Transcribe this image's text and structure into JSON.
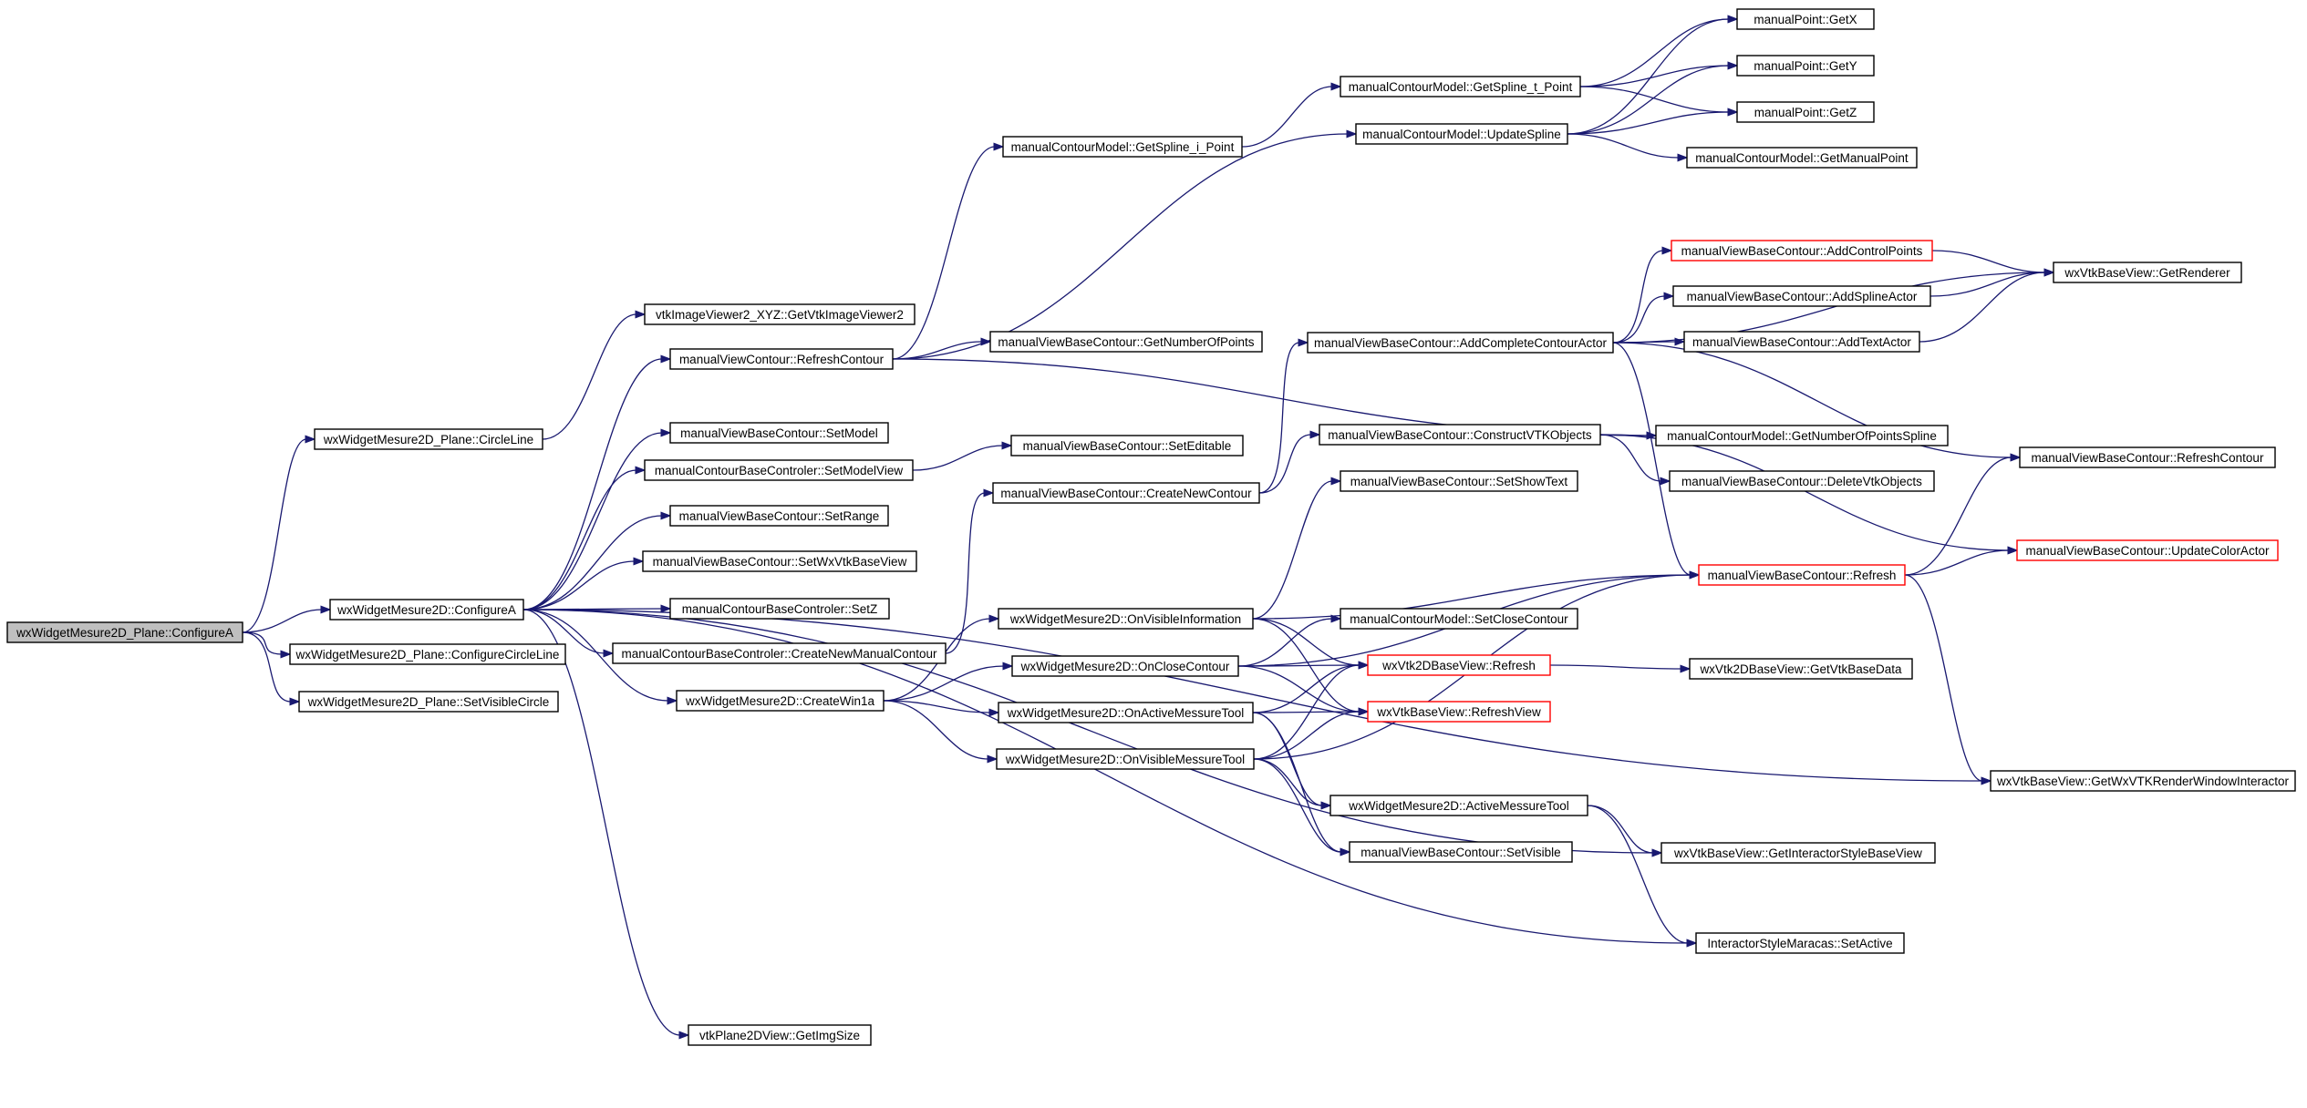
{
  "graph": {
    "colors": {
      "edge": "#191970",
      "root_fill": "#bfbfbf",
      "truncated_border": "#ff0000",
      "node_border": "#000000"
    },
    "nodes": [
      {
        "id": "n0",
        "label": "wxWidgetMesure2D_Plane::ConfigureA",
        "kind": "root"
      },
      {
        "id": "n1",
        "label": "wxWidgetMesure2D_Plane::CircleLine"
      },
      {
        "id": "n2",
        "label": "wxWidgetMesure2D::ConfigureA"
      },
      {
        "id": "n3",
        "label": "wxWidgetMesure2D_Plane::ConfigureCircleLine"
      },
      {
        "id": "n4",
        "label": "wxWidgetMesure2D_Plane::SetVisibleCircle"
      },
      {
        "id": "n5",
        "label": "vtkImageViewer2_XYZ::GetVtkImageViewer2"
      },
      {
        "id": "n6",
        "label": "manualViewContour::RefreshContour"
      },
      {
        "id": "n7",
        "label": "manualViewBaseContour::SetModel"
      },
      {
        "id": "n8",
        "label": "manualContourBaseControler::SetModelView"
      },
      {
        "id": "n9",
        "label": "manualViewBaseContour::SetRange"
      },
      {
        "id": "n10",
        "label": "manualViewBaseContour::SetWxVtkBaseView"
      },
      {
        "id": "n11",
        "label": "manualContourBaseControler::SetZ"
      },
      {
        "id": "n12",
        "label": "manualContourBaseControler::CreateNewManualContour"
      },
      {
        "id": "n13",
        "label": "wxWidgetMesure2D::CreateWin1a"
      },
      {
        "id": "n14",
        "label": "vtkPlane2DView::GetImgSize"
      },
      {
        "id": "n15",
        "label": "manualContourModel::GetSpline_i_Point"
      },
      {
        "id": "n16",
        "label": "manualViewBaseContour::GetNumberOfPoints"
      },
      {
        "id": "n17",
        "label": "manualViewBaseContour::SetEditable"
      },
      {
        "id": "n18",
        "label": "manualViewBaseContour::CreateNewContour"
      },
      {
        "id": "n19",
        "label": "wxWidgetMesure2D::OnVisibleInformation"
      },
      {
        "id": "n20",
        "label": "wxWidgetMesure2D::OnCloseContour"
      },
      {
        "id": "n21",
        "label": "wxWidgetMesure2D::OnActiveMessureTool"
      },
      {
        "id": "n22",
        "label": "wxWidgetMesure2D::OnVisibleMessureTool"
      },
      {
        "id": "n23",
        "label": "manualContourModel::GetSpline_t_Point"
      },
      {
        "id": "n24",
        "label": "manualContourModel::UpdateSpline"
      },
      {
        "id": "n25",
        "label": "manualViewBaseContour::AddCompleteContourActor"
      },
      {
        "id": "n26",
        "label": "manualViewBaseContour::ConstructVTKObjects"
      },
      {
        "id": "n27",
        "label": "manualViewBaseContour::SetShowText"
      },
      {
        "id": "n28",
        "label": "manualContourModel::SetCloseContour"
      },
      {
        "id": "n29",
        "label": "wxVtk2DBaseView::Refresh",
        "kind": "trunc"
      },
      {
        "id": "n30",
        "label": "wxVtkBaseView::RefreshView",
        "kind": "trunc"
      },
      {
        "id": "n31",
        "label": "wxWidgetMesure2D::ActiveMessureTool"
      },
      {
        "id": "n32",
        "label": "manualViewBaseContour::SetVisible"
      },
      {
        "id": "n33",
        "label": "manualPoint::GetX"
      },
      {
        "id": "n34",
        "label": "manualPoint::GetY"
      },
      {
        "id": "n35",
        "label": "manualPoint::GetZ"
      },
      {
        "id": "n36",
        "label": "manualContourModel::GetManualPoint"
      },
      {
        "id": "n37",
        "label": "manualViewBaseContour::AddControlPoints",
        "kind": "trunc"
      },
      {
        "id": "n38",
        "label": "manualViewBaseContour::AddSplineActor"
      },
      {
        "id": "n39",
        "label": "manualViewBaseContour::AddTextActor"
      },
      {
        "id": "n40",
        "label": "manualContourModel::GetNumberOfPointsSpline"
      },
      {
        "id": "n41",
        "label": "manualViewBaseContour::DeleteVtkObjects"
      },
      {
        "id": "n42",
        "label": "manualViewBaseContour::Refresh",
        "kind": "trunc"
      },
      {
        "id": "n43",
        "label": "wxVtk2DBaseView::GetVtkBaseData"
      },
      {
        "id": "n44",
        "label": "wxVtkBaseView::GetInteractorStyleBaseView"
      },
      {
        "id": "n45",
        "label": "InteractorStyleMaracas::SetActive"
      },
      {
        "id": "n46",
        "label": "wxVtkBaseView::GetRenderer"
      },
      {
        "id": "n47",
        "label": "manualViewBaseContour::RefreshContour"
      },
      {
        "id": "n48",
        "label": "manualViewBaseContour::UpdateColorActor",
        "kind": "trunc"
      },
      {
        "id": "n49",
        "label": "wxVtkBaseView::GetWxVTKRenderWindowInteractor"
      }
    ],
    "edges": [
      [
        "n0",
        "n1"
      ],
      [
        "n0",
        "n2"
      ],
      [
        "n0",
        "n3"
      ],
      [
        "n0",
        "n4"
      ],
      [
        "n1",
        "n5"
      ],
      [
        "n2",
        "n6"
      ],
      [
        "n2",
        "n7"
      ],
      [
        "n2",
        "n8"
      ],
      [
        "n2",
        "n9"
      ],
      [
        "n2",
        "n10"
      ],
      [
        "n2",
        "n11"
      ],
      [
        "n2",
        "n12"
      ],
      [
        "n2",
        "n13"
      ],
      [
        "n2",
        "n14"
      ],
      [
        "n2",
        "n44"
      ],
      [
        "n2",
        "n45"
      ],
      [
        "n2",
        "n49"
      ],
      [
        "n6",
        "n15"
      ],
      [
        "n6",
        "n24"
      ],
      [
        "n6",
        "n16"
      ],
      [
        "n6",
        "n40"
      ],
      [
        "n8",
        "n17"
      ],
      [
        "n12",
        "n18"
      ],
      [
        "n13",
        "n19"
      ],
      [
        "n13",
        "n20"
      ],
      [
        "n13",
        "n21"
      ],
      [
        "n13",
        "n22"
      ],
      [
        "n15",
        "n23"
      ],
      [
        "n18",
        "n25"
      ],
      [
        "n18",
        "n26"
      ],
      [
        "n19",
        "n27"
      ],
      [
        "n19",
        "n42"
      ],
      [
        "n19",
        "n29"
      ],
      [
        "n19",
        "n30"
      ],
      [
        "n20",
        "n28"
      ],
      [
        "n20",
        "n42"
      ],
      [
        "n20",
        "n29"
      ],
      [
        "n20",
        "n30"
      ],
      [
        "n21",
        "n31"
      ],
      [
        "n21",
        "n32"
      ],
      [
        "n21",
        "n29"
      ],
      [
        "n21",
        "n30"
      ],
      [
        "n22",
        "n31"
      ],
      [
        "n22",
        "n32"
      ],
      [
        "n22",
        "n29"
      ],
      [
        "n22",
        "n30"
      ],
      [
        "n22",
        "n42"
      ],
      [
        "n23",
        "n33"
      ],
      [
        "n23",
        "n34"
      ],
      [
        "n23",
        "n35"
      ],
      [
        "n24",
        "n33"
      ],
      [
        "n24",
        "n34"
      ],
      [
        "n24",
        "n35"
      ],
      [
        "n24",
        "n36"
      ],
      [
        "n25",
        "n37"
      ],
      [
        "n25",
        "n38"
      ],
      [
        "n25",
        "n39"
      ],
      [
        "n25",
        "n46"
      ],
      [
        "n25",
        "n47"
      ],
      [
        "n25",
        "n42"
      ],
      [
        "n26",
        "n40"
      ],
      [
        "n26",
        "n41"
      ],
      [
        "n26",
        "n48"
      ],
      [
        "n29",
        "n43"
      ],
      [
        "n31",
        "n44"
      ],
      [
        "n31",
        "n45"
      ],
      [
        "n37",
        "n46"
      ],
      [
        "n38",
        "n46"
      ],
      [
        "n39",
        "n46"
      ],
      [
        "n42",
        "n47"
      ],
      [
        "n42",
        "n48"
      ],
      [
        "n42",
        "n49"
      ]
    ]
  }
}
